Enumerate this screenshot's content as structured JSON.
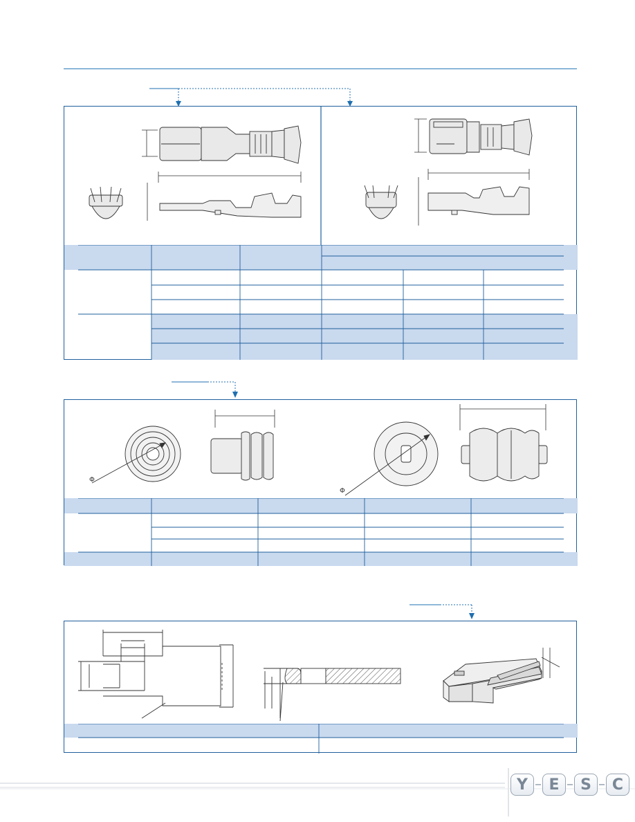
{
  "header": {
    "rule_color": "#2a7ab8"
  },
  "brand": {
    "logo_letters": [
      "Y",
      "E",
      "S",
      "C"
    ],
    "accent_color": "#1f5f9c",
    "fill_color": "#c9d9ee"
  },
  "sections": {
    "terminals": {
      "name": "terminal-panel",
      "table": {
        "rows": 8,
        "banded_rows": [
          0,
          1,
          5,
          6,
          7
        ]
      }
    },
    "seals": {
      "name": "seal-panel",
      "table": {
        "rows": 5
      }
    },
    "tab": {
      "name": "tab-panel",
      "table": {
        "rows": 2
      }
    }
  }
}
